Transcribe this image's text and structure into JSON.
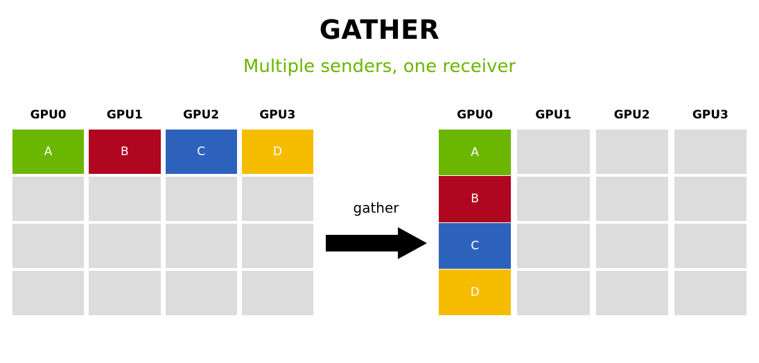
{
  "title": "GATHER",
  "subtitle": "Multiple senders, one receiver",
  "colors": {
    "green": "#6BB600",
    "red": "#B0061F",
    "blue": "#2D62BC",
    "gold": "#F5BC00",
    "empty": "#DCDCDC",
    "subtitle_green": "#6BB600",
    "arrow_black": "#000000",
    "header_black": "#000000"
  },
  "transfer": {
    "label": "gather",
    "arrow_icon": "arrow-right-icon",
    "direction": "right"
  },
  "left_grid": {
    "name": "source-grid",
    "headers": [
      "GPU0",
      "GPU1",
      "GPU2",
      "GPU3"
    ],
    "columns": [
      {
        "header": "GPU0",
        "cells": [
          {
            "label": "A",
            "color": "#6BB600",
            "filled": true
          },
          {
            "label": "",
            "color": "#DCDCDC",
            "filled": false
          },
          {
            "label": "",
            "color": "#DCDCDC",
            "filled": false
          },
          {
            "label": "",
            "color": "#DCDCDC",
            "filled": false
          }
        ]
      },
      {
        "header": "GPU1",
        "cells": [
          {
            "label": "B",
            "color": "#B0061F",
            "filled": true
          },
          {
            "label": "",
            "color": "#DCDCDC",
            "filled": false
          },
          {
            "label": "",
            "color": "#DCDCDC",
            "filled": false
          },
          {
            "label": "",
            "color": "#DCDCDC",
            "filled": false
          }
        ]
      },
      {
        "header": "GPU2",
        "cells": [
          {
            "label": "C",
            "color": "#2D62BC",
            "filled": true
          },
          {
            "label": "",
            "color": "#DCDCDC",
            "filled": false
          },
          {
            "label": "",
            "color": "#DCDCDC",
            "filled": false
          },
          {
            "label": "",
            "color": "#DCDCDC",
            "filled": false
          }
        ]
      },
      {
        "header": "GPU3",
        "cells": [
          {
            "label": "D",
            "color": "#F5BC00",
            "filled": true
          },
          {
            "label": "",
            "color": "#DCDCDC",
            "filled": false
          },
          {
            "label": "",
            "color": "#DCDCDC",
            "filled": false
          },
          {
            "label": "",
            "color": "#DCDCDC",
            "filled": false
          }
        ]
      }
    ]
  },
  "right_grid": {
    "name": "result-grid",
    "headers": [
      "GPU0",
      "GPU1",
      "GPU2",
      "GPU3"
    ],
    "columns": [
      {
        "header": "GPU0",
        "stacked": true,
        "cells": [
          {
            "label": "A",
            "color": "#6BB600",
            "filled": true
          },
          {
            "label": "B",
            "color": "#B0061F",
            "filled": true
          },
          {
            "label": "C",
            "color": "#2D62BC",
            "filled": true
          },
          {
            "label": "D",
            "color": "#F5BC00",
            "filled": true
          }
        ]
      },
      {
        "header": "GPU1",
        "stacked": false,
        "cells": [
          {
            "label": "",
            "color": "#DCDCDC",
            "filled": false
          },
          {
            "label": "",
            "color": "#DCDCDC",
            "filled": false
          },
          {
            "label": "",
            "color": "#DCDCDC",
            "filled": false
          },
          {
            "label": "",
            "color": "#DCDCDC",
            "filled": false
          }
        ]
      },
      {
        "header": "GPU2",
        "stacked": false,
        "cells": [
          {
            "label": "",
            "color": "#DCDCDC",
            "filled": false
          },
          {
            "label": "",
            "color": "#DCDCDC",
            "filled": false
          },
          {
            "label": "",
            "color": "#DCDCDC",
            "filled": false
          },
          {
            "label": "",
            "color": "#DCDCDC",
            "filled": false
          }
        ]
      },
      {
        "header": "GPU3",
        "stacked": false,
        "cells": [
          {
            "label": "",
            "color": "#DCDCDC",
            "filled": false
          },
          {
            "label": "",
            "color": "#DCDCDC",
            "filled": false
          },
          {
            "label": "",
            "color": "#DCDCDC",
            "filled": false
          },
          {
            "label": "",
            "color": "#DCDCDC",
            "filled": false
          }
        ]
      }
    ]
  }
}
